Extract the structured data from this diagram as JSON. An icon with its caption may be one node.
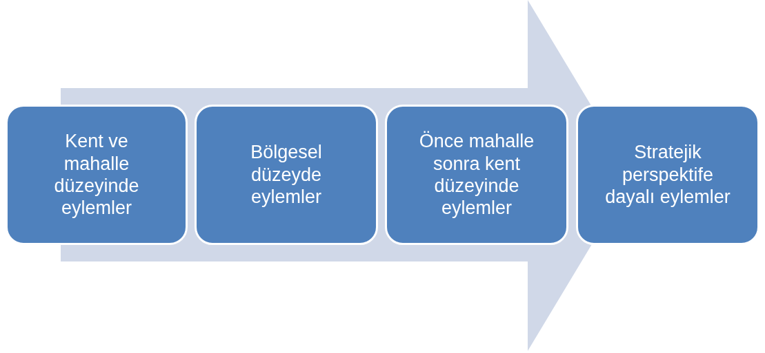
{
  "diagram": {
    "nodes": [
      {
        "text": [
          "Kent ve mahalle düzeyinde eylemler"
        ]
      },
      {
        "text": [
          "Bölgesel düzeyde eylemler"
        ]
      },
      {
        "text": [
          "Önce mahalle sonra kent düzeyinde eylemler"
        ]
      },
      {
        "text": [
          "Stratejik perspektife dayalı eylemler"
        ]
      }
    ],
    "edges": [
      {
        "from": 0,
        "to": 3,
        "arrow": "to"
      }
    ]
  }
}
